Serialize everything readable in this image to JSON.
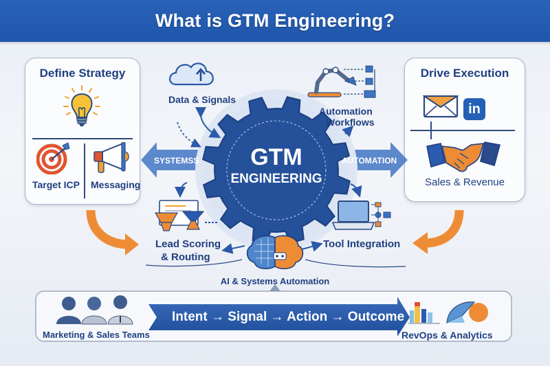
{
  "title": "What is GTM Engineering?",
  "left_card": {
    "title": "Define Strategy",
    "items": [
      {
        "label": "Target ICP",
        "icon": "target-icon"
      },
      {
        "label": "Messaging",
        "icon": "megaphone-icon"
      }
    ],
    "icon": "lightbulb-icon"
  },
  "right_card": {
    "title": "Drive Execution",
    "icons": [
      "email-icon",
      "linkedin-icon"
    ],
    "linkedin_text": "in",
    "item": {
      "label": "Sales & Revenue",
      "icon": "handshake-icon"
    }
  },
  "center": {
    "gear_line1": "GTM",
    "gear_line2": "ENGINEERING",
    "left_arrow": "SYSTEMSS",
    "right_arrow": "AUTOMATION"
  },
  "nodes": {
    "data_signals": "Data & Signals",
    "automation_workflows_1": "Automation",
    "automation_workflows_2": "Workflows",
    "lead_scoring_1": "Lead Scoring",
    "lead_scoring_2": "& Routing",
    "tool_integration": "Tool Integration",
    "ai_automation": "AI & Systems Automation"
  },
  "bottom": {
    "teams_label": "Marketing & Sales Teams",
    "flow": "Intent → Signal → Action → Outcome",
    "revops_label": "RevOps & Analytics"
  },
  "colors": {
    "primary": "#1f56ab",
    "navy": "#1f3f80",
    "orange": "#ee8c36",
    "gear": "#25509a"
  }
}
